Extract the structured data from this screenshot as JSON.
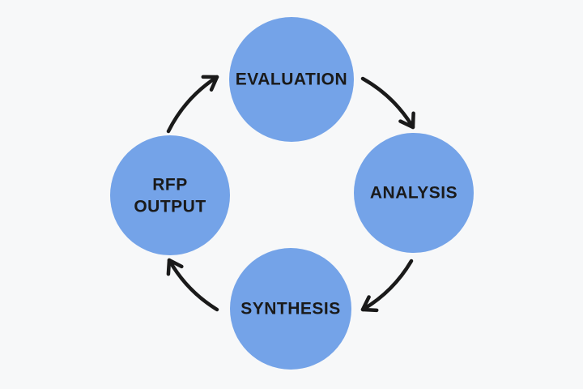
{
  "diagram": {
    "type": "cycle",
    "direction": "clockwise",
    "colors": {
      "background": "#f7f8f9",
      "node_fill": "#74a3e8",
      "label": "#1a1a1a",
      "arrow": "#1a1a1a"
    },
    "nodes": [
      {
        "id": "evaluation",
        "label": "EVALUATION"
      },
      {
        "id": "analysis",
        "label": "ANALYSIS"
      },
      {
        "id": "synthesis",
        "label": "SYNTHESIS"
      },
      {
        "id": "rfp-output",
        "label": "RFP OUTPUT",
        "lines": [
          "RFP",
          "OUTPUT"
        ]
      }
    ],
    "edges": [
      {
        "from": "rfp-output",
        "to": "evaluation"
      },
      {
        "from": "evaluation",
        "to": "analysis"
      },
      {
        "from": "analysis",
        "to": "synthesis"
      },
      {
        "from": "synthesis",
        "to": "rfp-output"
      }
    ]
  }
}
